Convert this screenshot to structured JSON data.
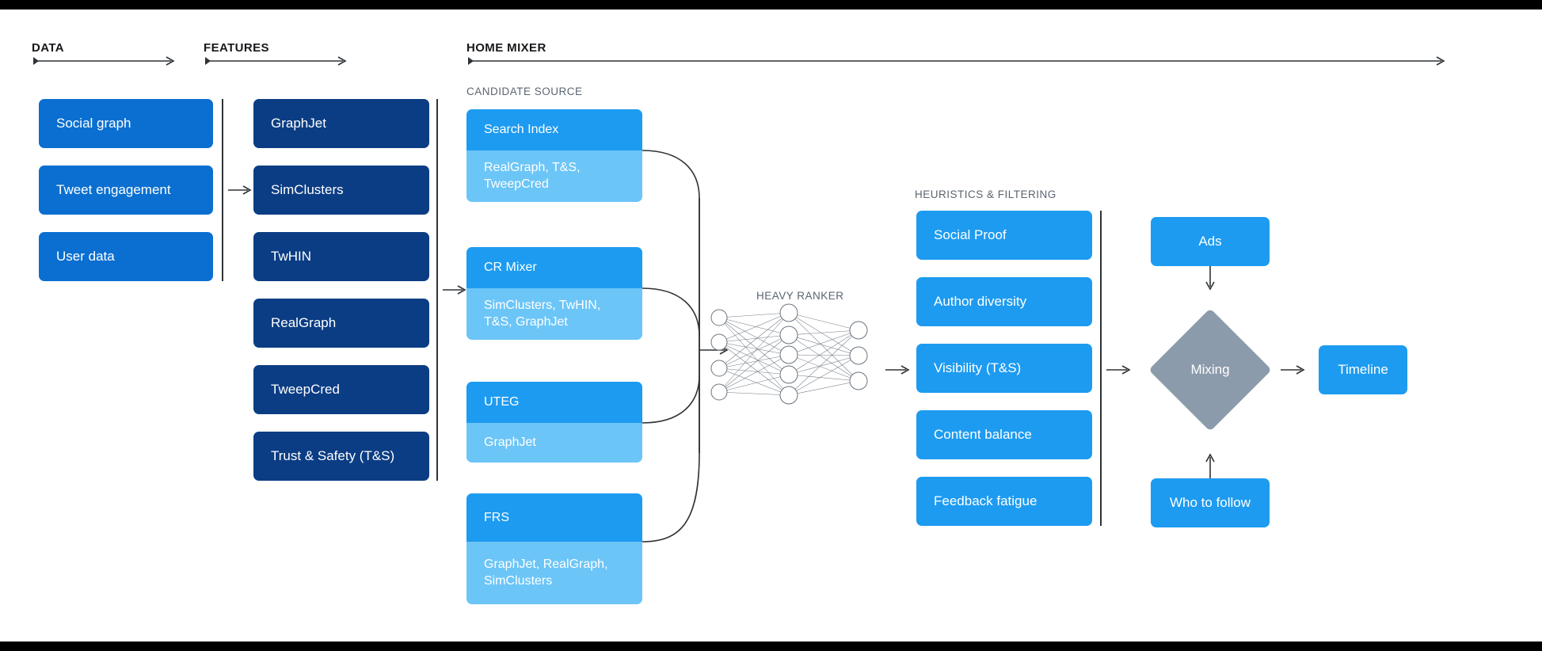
{
  "colors": {
    "blue_dark": "#0b3d84",
    "blue_mid": "#0a6fd1",
    "blue_light": "#1d9bf0",
    "blue_pale": "#6cc5f7",
    "gray_diamond": "#8c9bab",
    "line": "#2f3336",
    "label_gray": "#5b6570",
    "background": "#ffffff"
  },
  "sections": {
    "data": {
      "title": "DATA"
    },
    "features": {
      "title": "FEATURES"
    },
    "home_mixer": {
      "title": "HOME MIXER"
    }
  },
  "sub_labels": {
    "candidate_source": "CANDIDATE SOURCE",
    "heavy_ranker": "HEAVY RANKER",
    "heuristics": "HEURISTICS & FILTERING"
  },
  "data_column": {
    "items": [
      {
        "label": "Social graph"
      },
      {
        "label": "Tweet engagement"
      },
      {
        "label": "User data"
      }
    ]
  },
  "features_column": {
    "items": [
      {
        "label": "GraphJet"
      },
      {
        "label": "SimClusters"
      },
      {
        "label": "TwHIN"
      },
      {
        "label": "RealGraph"
      },
      {
        "label": "TweepCred"
      },
      {
        "label": "Trust & Safety (T&S)"
      }
    ]
  },
  "candidate_sources": {
    "items": [
      {
        "title": "Search Index",
        "features": "RealGraph, T&S,\nTweepCred"
      },
      {
        "title": "CR Mixer",
        "features": "SimClusters, TwHIN,\nT&S, GraphJet"
      },
      {
        "title": "UTEG",
        "features": "GraphJet"
      },
      {
        "title": "FRS",
        "features": "GraphJet, RealGraph,\nSimClusters"
      }
    ]
  },
  "heavy_ranker": {
    "layers": [
      4,
      5,
      3
    ]
  },
  "heuristics_column": {
    "items": [
      {
        "label": "Social Proof"
      },
      {
        "label": "Author diversity"
      },
      {
        "label": "Visibility (T&S)"
      },
      {
        "label": "Content balance"
      },
      {
        "label": "Feedback fatigue"
      }
    ]
  },
  "mixing_stage": {
    "ads": "Ads",
    "mixing": "Mixing",
    "who_to_follow": "Who to follow",
    "timeline": "Timeline"
  }
}
